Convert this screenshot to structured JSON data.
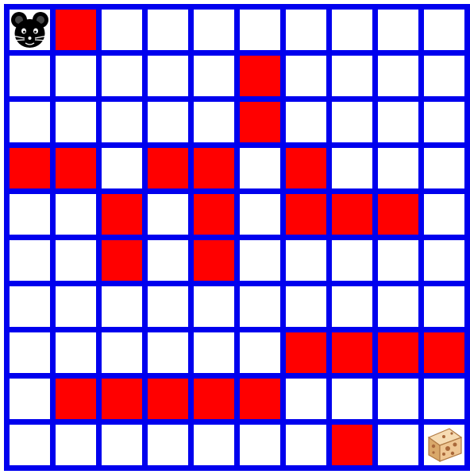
{
  "maze": {
    "rows": 10,
    "cols": 10,
    "colors": {
      "grid_line": "#0000ee",
      "open_cell": "#ffffff",
      "wall_cell": "#ff0000"
    },
    "cells": [
      [
        2,
        1,
        0,
        0,
        0,
        0,
        0,
        0,
        0,
        0
      ],
      [
        0,
        0,
        0,
        0,
        0,
        1,
        0,
        0,
        0,
        0
      ],
      [
        0,
        0,
        0,
        0,
        0,
        1,
        0,
        0,
        0,
        0
      ],
      [
        1,
        1,
        0,
        1,
        1,
        0,
        1,
        0,
        0,
        0
      ],
      [
        0,
        0,
        1,
        0,
        1,
        0,
        1,
        1,
        1,
        0
      ],
      [
        0,
        0,
        1,
        0,
        1,
        0,
        0,
        0,
        0,
        0
      ],
      [
        0,
        0,
        0,
        0,
        0,
        0,
        0,
        0,
        0,
        0
      ],
      [
        0,
        0,
        0,
        0,
        0,
        0,
        1,
        1,
        1,
        1
      ],
      [
        0,
        1,
        1,
        1,
        1,
        1,
        0,
        0,
        0,
        0
      ],
      [
        0,
        0,
        0,
        0,
        0,
        0,
        0,
        1,
        0,
        3
      ]
    ],
    "legend": {
      "0": "open-cell",
      "1": "wall-cell",
      "2": "mouse",
      "3": "cheese"
    },
    "player": {
      "icon": "mouse-icon",
      "row": 0,
      "col": 0
    },
    "goal": {
      "icon": "cheese-icon",
      "row": 9,
      "col": 9
    }
  }
}
